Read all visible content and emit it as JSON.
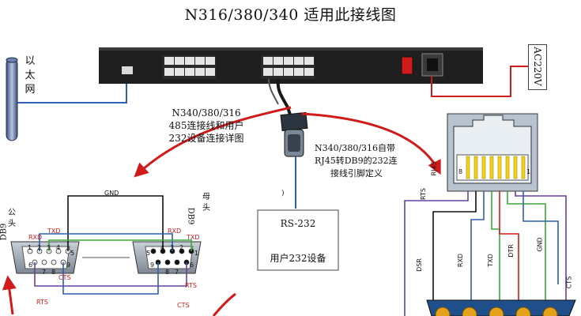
{
  "title": "N316/380/340  适用此接线图",
  "power_label": "AC220V",
  "wall_label": [
    "以",
    "太",
    "网"
  ],
  "cable_note": [
    "N340/380/316",
    "485连接线和用户",
    "232设备连接详图"
  ],
  "rj45_note": [
    "N340/380/316自带",
    "RJ45转DB9的232连",
    "接线引脚定义"
  ],
  "device_box": {
    "line1": "RS-232",
    "line2": "用户232设备"
  },
  "bracket_mark": ")",
  "db9_male": [
    "DB9",
    "公",
    "头"
  ],
  "db9_female": [
    "DB9",
    "母",
    "头"
  ],
  "signals": {
    "gnd": "GND",
    "rxd": "RXD",
    "txd": "TXD",
    "cts": "CTS",
    "rts": "RTS",
    "dsr": "DSR",
    "dtr": "DTR",
    "rj45": "RJ45",
    "pin8": "8",
    "pin1": "1"
  },
  "male_pins_top": [
    "1",
    "2",
    "3",
    "4",
    "5"
  ],
  "male_pins_bottom": [
    "6",
    "7",
    "8",
    "9"
  ],
  "female_pins_top": [
    "5",
    "4",
    "3",
    "2",
    "1"
  ],
  "female_pins_bottom": [
    "9",
    "8",
    "7",
    "6"
  ],
  "colors": {
    "device": "#1f1f1f",
    "accent_red": "#d11a1a",
    "wire_blue": "#2f5fb0",
    "wire_green": "#3aa83a",
    "wire_purple": "#6a3fa0",
    "wire_yellow": "#f3d21a",
    "connector_gray": "#9aa0a6"
  }
}
